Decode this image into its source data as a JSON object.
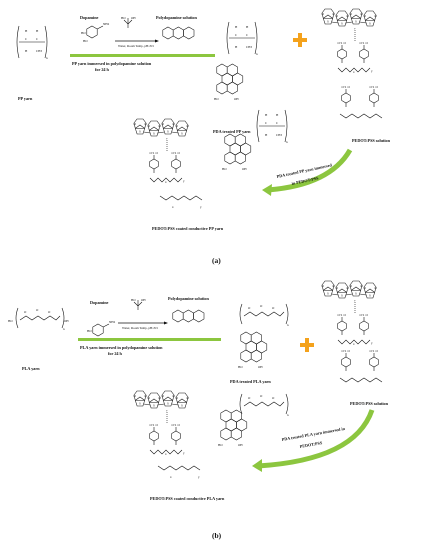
{
  "panel_a": {
    "pp_yarn": "PP yarn",
    "dopamine": "Dopamine",
    "polydopamine": "Polydopamine solution",
    "conditions": "Water, Room Temp, pH=8.5",
    "step1": "PP yarn immersed in polydopamine solution",
    "step1b": "for 24 h",
    "pda_treated": "PDA treated PP yarn",
    "pedot_solution": "PEDOT:PSS solution",
    "step2a": "PDA treated PP yarn immersed",
    "step2b": "in PEDOT:PSS",
    "coated": "PEDOT:PSS coated conductive PP yarn",
    "caption": "(a)"
  },
  "panel_b": {
    "pla_yarn": "PLA yarn",
    "dopamine": "Dopamine",
    "polydopamine": "Polydopamine solution",
    "conditions": "Water, Room Temp, pH=8.5",
    "step1": "PLA yarn immersed in polydopamine solution",
    "step1b": "for 24 h",
    "pda_treated": "PDA treated PLA yarn",
    "pedot_solution": "PEDOT:PSS solution",
    "step2a": "PDA treated PLA yarn immersed in",
    "step2b": "PEDOT:PSS",
    "coated": "PEDOT:PSS coated conductive PLA yarn",
    "caption": "(b)"
  },
  "colors": {
    "arrow_green": "#8cc63f",
    "plus_orange": "#f4a21c"
  }
}
